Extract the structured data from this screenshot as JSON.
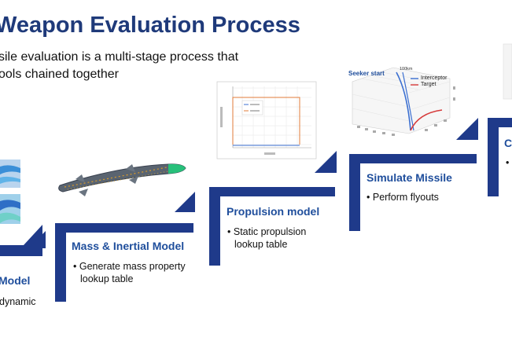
{
  "slide": {
    "title": "Weapon Evaluation Process",
    "subtitle_line1": "sile evaluation is a multi-stage process that",
    "subtitle_line2": "ools chained together"
  },
  "steps": [
    {
      "title": "Model",
      "bullet": "dynamic"
    },
    {
      "title": "Mass & Inertial Model",
      "bullet_line1": "Generate mass property",
      "bullet_line2": "lookup table"
    },
    {
      "title": "Propulsion model",
      "bullet_line1": "Static propulsion",
      "bullet_line2": "lookup table"
    },
    {
      "title": "Simulate Missile",
      "bullet": "Perform flyouts"
    },
    {
      "title": "C",
      "bullet": ""
    }
  ],
  "thumb_3d": {
    "caption": "Seeker start",
    "range_label": "100km",
    "legend": [
      "Interceptor",
      "Target"
    ]
  },
  "colors": {
    "accent": "#1f3a7a",
    "step_blue": "#1f3a8a",
    "interceptor": "#3b6fd1",
    "target": "#d63a3a",
    "chart_orange": "#e07b39"
  }
}
